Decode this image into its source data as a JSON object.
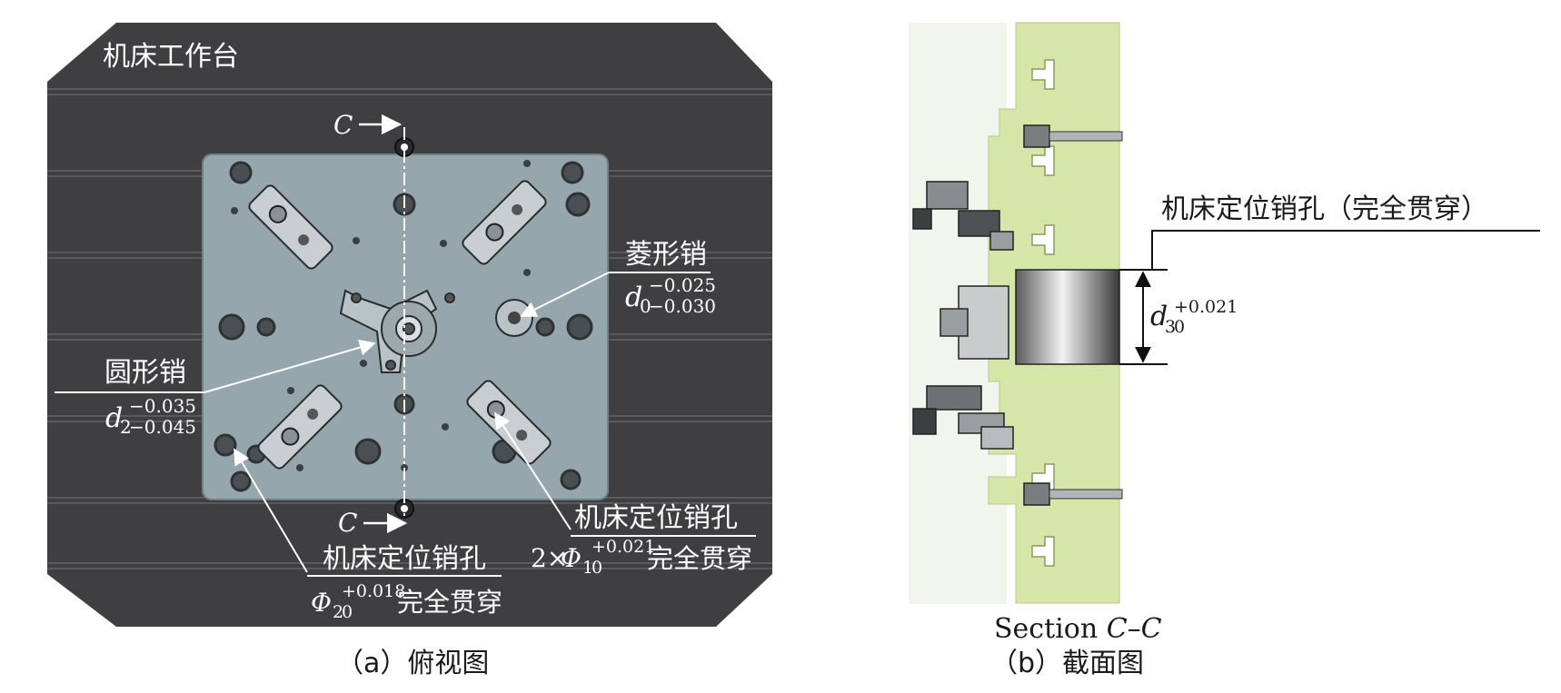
{
  "panel_a": {
    "table_label": "机床工作台",
    "section_mark_letter": "C",
    "diamond_pin": {
      "label": "菱形销",
      "base": "d",
      "sub": "0",
      "upper": "−0.025",
      "lower": "−0.030"
    },
    "round_pin": {
      "label": "圆形销",
      "base": "d",
      "sub": "2",
      "upper": "−0.035",
      "lower": "−0.045"
    },
    "hole_right": {
      "label": "机床定位销孔",
      "prefix": "2×",
      "base": "Φ",
      "sub": "1",
      "upper": "+0.021",
      "lower": "0",
      "suffix": "完全贯穿"
    },
    "hole_left": {
      "label": "机床定位销孔",
      "base": "Φ",
      "sub": "2",
      "upper": "+0.018",
      "lower": "0",
      "suffix": "完全贯穿"
    },
    "caption": "（a）俯视图"
  },
  "panel_b": {
    "hole_label": "机床定位销孔（完全贯穿）",
    "dim": {
      "base": "d",
      "sub": "3",
      "upper": "+0.021",
      "lower": "0"
    },
    "section_prefix": "Section ",
    "section_name": "C–C",
    "caption": "（b）截面图"
  },
  "colors": {
    "table": "#3f3f41",
    "plate": "#95a6ad",
    "section_fill": "#d5e6a8",
    "text": "#1a1a1a",
    "annotation": "#ffffff"
  }
}
